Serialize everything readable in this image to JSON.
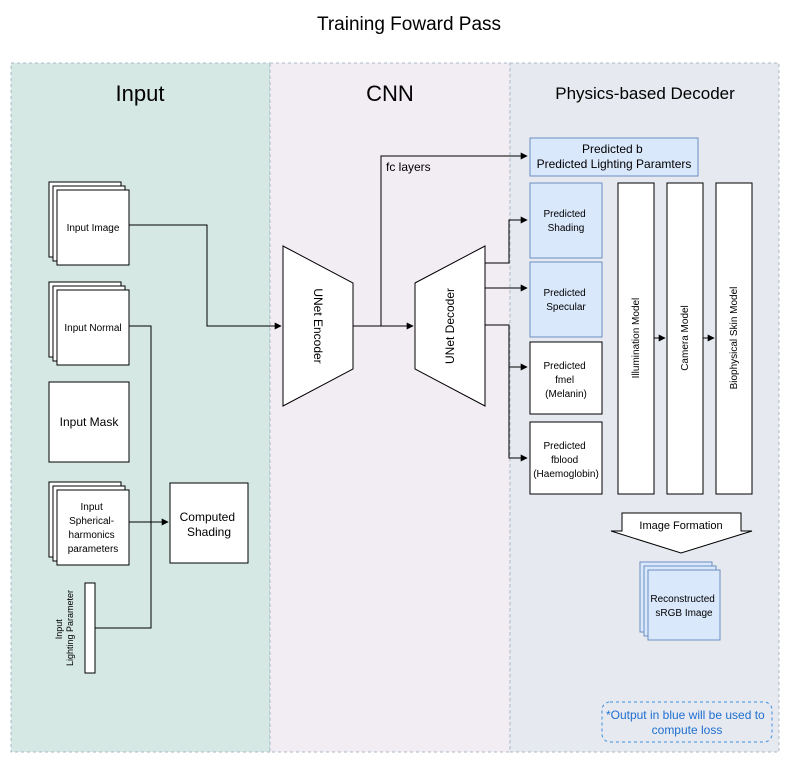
{
  "title": "Training Foward Pass",
  "sections": {
    "input": "Input",
    "cnn": "CNN",
    "decoder": "Physics-based Decoder"
  },
  "inputs": {
    "image": "Input Image",
    "normal": "Input Normal",
    "mask": "Input Mask",
    "sh": [
      "Input",
      "Spherical-",
      "harmonics",
      "parameters"
    ],
    "lighting": [
      "Input",
      "Lighting Parameter"
    ],
    "computed_shading": [
      "Computed",
      "Shading"
    ]
  },
  "cnn": {
    "encoder": "UNet Encoder",
    "decoder": "UNet Decoder",
    "fc_layers": "fc layers"
  },
  "outputs": {
    "b_lighting": [
      "Predicted b",
      "Predicted Lighting Paramters"
    ],
    "shading": [
      "Predicted",
      "Shading"
    ],
    "specular": [
      "Predicted",
      "Specular"
    ],
    "fmel": [
      "Predicted",
      "fmel",
      "(Melanin)"
    ],
    "fblood": [
      "Predicted",
      "fblood",
      "(Haemoglobin)"
    ]
  },
  "models": {
    "illumination": "Illumination Model",
    "camera": "Camera Model",
    "skin": "Biophysical Skin Model"
  },
  "image_formation": "Image Formation",
  "reconstructed": [
    "Reconstructed",
    "sRGB Image"
  ],
  "note": [
    "*Output in blue will be used to",
    "compute loss"
  ],
  "colors": {
    "input_bg": "#d5e8e3",
    "cnn_bg": "#f2ecf3",
    "decoder_bg": "#e6e9ef",
    "loss_blue": "#dae8fc",
    "loss_blue_border": "#6c8ebf",
    "note_text": "#1f6fd1",
    "note_border": "#3d8fe0"
  }
}
